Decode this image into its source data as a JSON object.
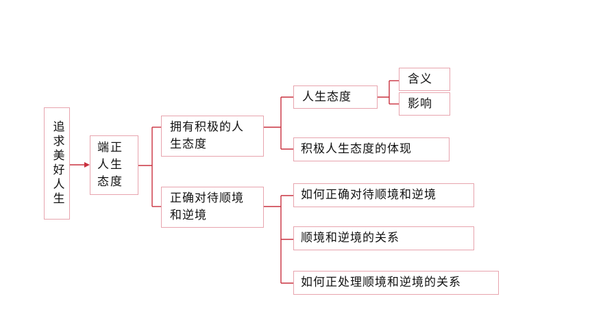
{
  "root": "追求美好人生",
  "level1": "端正人生态度",
  "level2": [
    {
      "label": "拥有积极的人生态度"
    },
    {
      "label": "正确对待顺境和逆境"
    }
  ],
  "level3": {
    "attitude": "人生态度",
    "manifestation": "积极人生态度的体现",
    "how_treat": "如何正确对待顺境和逆境",
    "relation": "顺境和逆境的关系",
    "how_handle": "如何正处理顺境和逆境的关系"
  },
  "level4": {
    "meaning": "含义",
    "influence": "影响"
  },
  "colors": {
    "border": "#e7a3ad",
    "line": "#c9303e"
  }
}
